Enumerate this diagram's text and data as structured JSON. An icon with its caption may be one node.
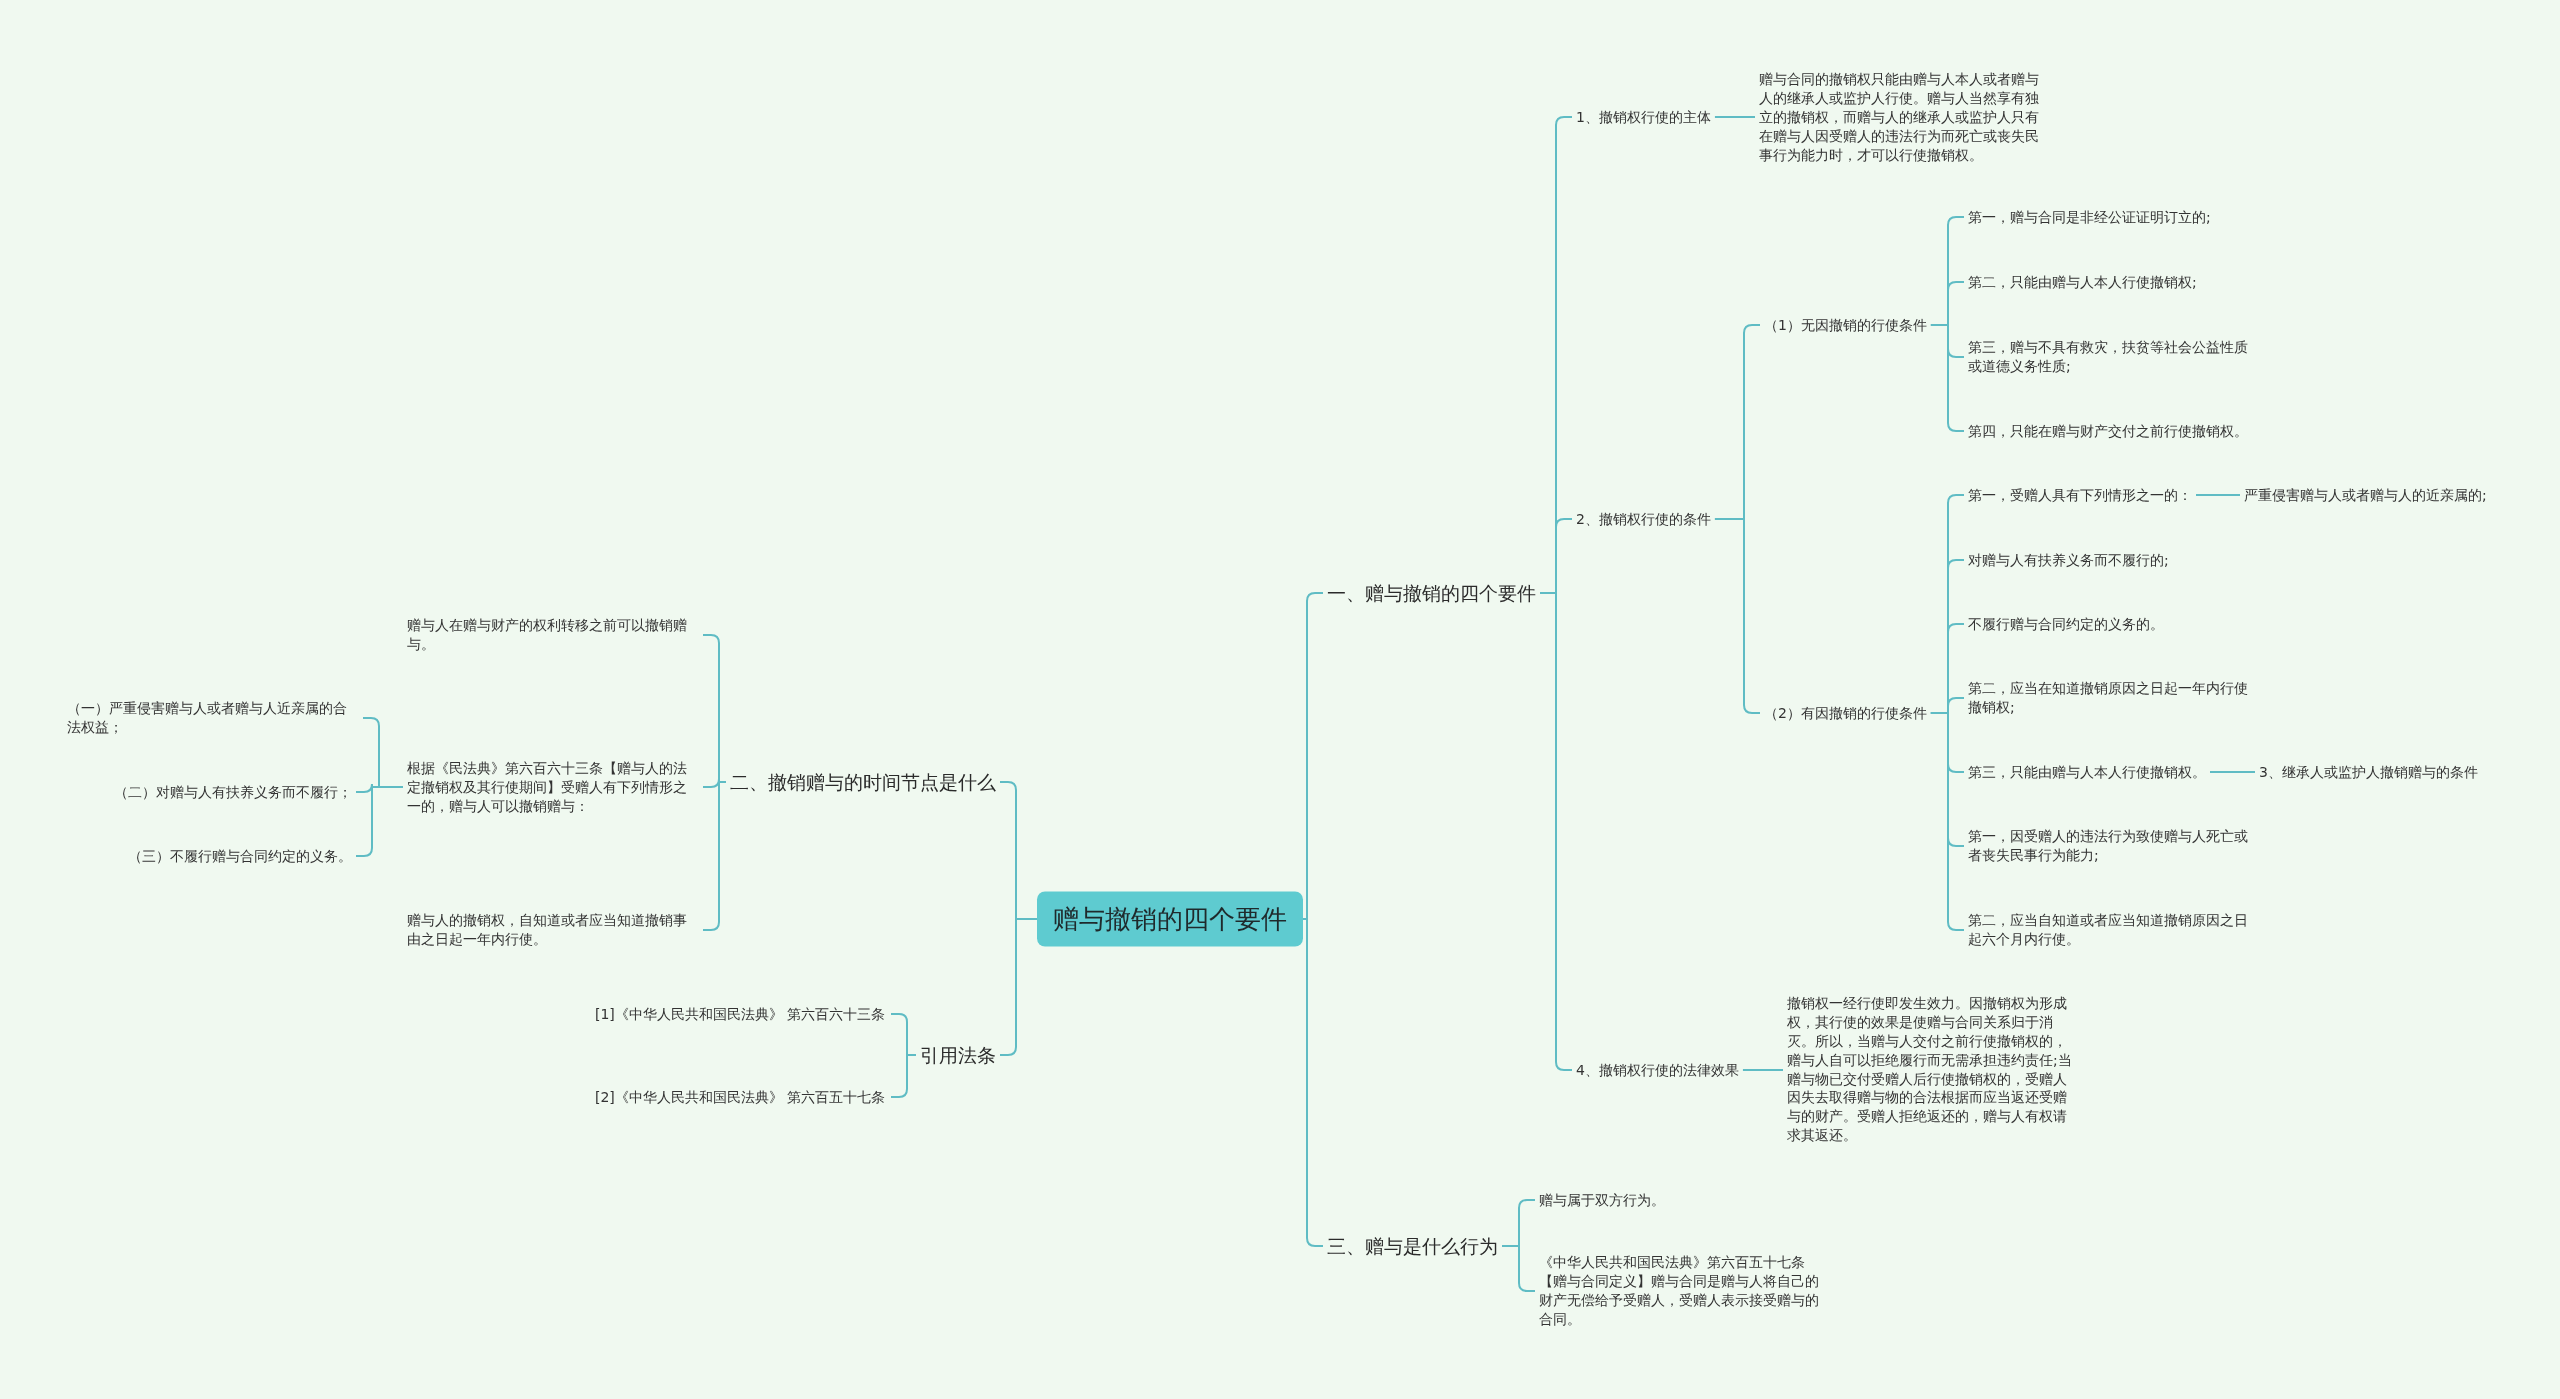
{
  "diagram": {
    "nodes": [
      {
        "text": [
          "赠与撤销的四个要件"
        ]
      },
      {
        "text": [
          "一、赠与撤销的四个要件"
        ]
      },
      {
        "text": [
          "1、撤销权行使的主体"
        ]
      },
      {
        "text": [
          "赠与合同的撤销权只能由赠与人本人或者赠与人的继承人或监护人行使。赠与人当然享有独立的撤销权，而赠与人的继承人或监护人只有在赠与人因受赠人的违法行为而死亡或丧失民事行为能力时，才可以行使撤销权。"
        ]
      },
      {
        "text": [
          "2、撤销权行使的条件"
        ]
      },
      {
        "text": [
          "（1）无因撤销的行使条件"
        ]
      },
      {
        "text": [
          "第一，赠与合同是非经公证证明订立的;"
        ]
      },
      {
        "text": [
          "第二，只能由赠与人本人行使撤销权;"
        ]
      },
      {
        "text": [
          "第三，赠与不具有救灾，扶贫等社会公益性质或道德义务性质;"
        ]
      },
      {
        "text": [
          "第四，只能在赠与财产交付之前行使撤销权。"
        ]
      },
      {
        "text": [
          "（2）有因撤销的行使条件"
        ]
      },
      {
        "text": [
          "第一，受赠人具有下列情形之一的："
        ]
      },
      {
        "text": [
          "严重侵害赠与人或者赠与人的近亲属的;"
        ]
      },
      {
        "text": [
          "对赠与人有扶养义务而不履行的;"
        ]
      },
      {
        "text": [
          "不履行赠与合同约定的义务的。"
        ]
      },
      {
        "text": [
          "第二，应当在知道撤销原因之日起一年内行使撤销权;"
        ]
      },
      {
        "text": [
          "第三，只能由赠与人本人行使撤销权。"
        ]
      },
      {
        "text": [
          "3、继承人或监护人撤销赠与的条件"
        ]
      },
      {
        "text": [
          "第一，因受赠人的违法行为致使赠与人死亡或者丧失民事行为能力;"
        ]
      },
      {
        "text": [
          "第二，应当自知道或者应当知道撤销原因之日起六个月内行使。"
        ]
      },
      {
        "text": [
          "4、撤销权行使的法律效果"
        ]
      },
      {
        "text": [
          "撤销权一经行使即发生效力。因撤销权为形成权，其行使的效果是使赠与合同关系归于消灭。所以，当赠与人交付之前行使撤销权的，赠与人自可以拒绝履行而无需承担违约责任;当赠与物已交付受赠人后行使撤销权的，受赠人因失去取得赠与物的合法根据而应当返还受赠与的财产。受赠人拒绝返还的，赠与人有权请求其返还。"
        ]
      },
      {
        "text": [
          "三、赠与是什么行为"
        ]
      },
      {
        "text": [
          "赠与属于双方行为。"
        ]
      },
      {
        "text": [
          "《中华人民共和国民法典》第六百五十七条【赠与合同定义】赠与合同是赠与人将自己的财产无偿给予受赠人，受赠人表示接受赠与的合同。"
        ]
      },
      {
        "text": [
          "二、撤销赠与的时间节点是什么"
        ]
      },
      {
        "text": [
          "赠与人在赠与财产的权利转移之前可以撤销赠与。"
        ]
      },
      {
        "text": [
          "根据《民法典》第六百六十三条【赠与人的法定撤销权及其行使期间】受赠人有下列情形之一的，赠与人可以撤销赠与："
        ]
      },
      {
        "text": [
          "（一）严重侵害赠与人或者赠与人近亲属的合法权益；"
        ]
      },
      {
        "text": [
          "（二）对赠与人有扶养义务而不履行；"
        ]
      },
      {
        "text": [
          "（三）不履行赠与合同约定的义务。"
        ]
      },
      {
        "text": [
          "赠与人的撤销权，自知道或者应当知道撤销事由之日起一年内行使。"
        ]
      },
      {
        "text": [
          "引用法条"
        ]
      },
      {
        "text": [
          "[1]《中华人民共和国民法典》 第六百六十三条"
        ]
      },
      {
        "text": [
          "[2]《中华人民共和国民法典》 第六百五十七条"
        ]
      }
    ],
    "edges": [
      {
        "from": 0,
        "to": 1,
        "arrow": "none"
      },
      {
        "from": 1,
        "to": 2,
        "arrow": "none"
      },
      {
        "from": 2,
        "to": 3,
        "arrow": "none"
      },
      {
        "from": 1,
        "to": 4,
        "arrow": "none"
      },
      {
        "from": 4,
        "to": 5,
        "arrow": "none"
      },
      {
        "from": 5,
        "to": 6,
        "arrow": "none"
      },
      {
        "from": 5,
        "to": 7,
        "arrow": "none"
      },
      {
        "from": 5,
        "to": 8,
        "arrow": "none"
      },
      {
        "from": 5,
        "to": 9,
        "arrow": "none"
      },
      {
        "from": 4,
        "to": 10,
        "arrow": "none"
      },
      {
        "from": 10,
        "to": 11,
        "arrow": "none"
      },
      {
        "from": 11,
        "to": 12,
        "arrow": "none"
      },
      {
        "from": 10,
        "to": 13,
        "arrow": "none"
      },
      {
        "from": 10,
        "to": 14,
        "arrow": "none"
      },
      {
        "from": 10,
        "to": 15,
        "arrow": "none"
      },
      {
        "from": 10,
        "to": 16,
        "arrow": "none"
      },
      {
        "from": 16,
        "to": 17,
        "arrow": "none"
      },
      {
        "from": 10,
        "to": 18,
        "arrow": "none"
      },
      {
        "from": 10,
        "to": 19,
        "arrow": "none"
      },
      {
        "from": 1,
        "to": 20,
        "arrow": "none"
      },
      {
        "from": 20,
        "to": 21,
        "arrow": "none"
      },
      {
        "from": 0,
        "to": 22,
        "arrow": "none"
      },
      {
        "from": 22,
        "to": 23,
        "arrow": "none"
      },
      {
        "from": 22,
        "to": 24,
        "arrow": "none"
      },
      {
        "from": 0,
        "to": 25,
        "arrow": "none"
      },
      {
        "from": 25,
        "to": 26,
        "arrow": "none"
      },
      {
        "from": 25,
        "to": 27,
        "arrow": "none"
      },
      {
        "from": 27,
        "to": 28,
        "arrow": "none"
      },
      {
        "from": 27,
        "to": 29,
        "arrow": "none"
      },
      {
        "from": 27,
        "to": 30,
        "arrow": "none"
      },
      {
        "from": 25,
        "to": 31,
        "arrow": "none"
      },
      {
        "from": 0,
        "to": 32,
        "arrow": "none"
      },
      {
        "from": 32,
        "to": 33,
        "arrow": "none"
      },
      {
        "from": 32,
        "to": 34,
        "arrow": "none"
      }
    ]
  }
}
